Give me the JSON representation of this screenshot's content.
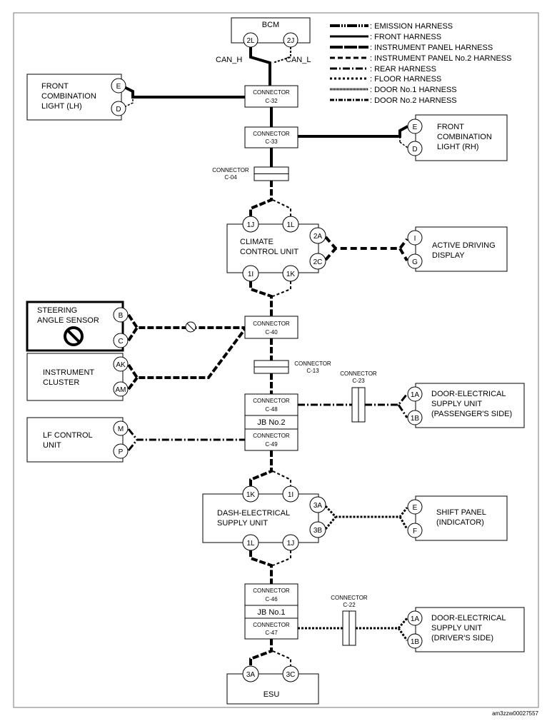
{
  "title": "",
  "image_code": "am3zzw00027557",
  "legend": [
    {
      "key": "emission",
      "label": ": EMISSION HARNESS"
    },
    {
      "key": "front",
      "label": ": FRONT HARNESS"
    },
    {
      "key": "ip",
      "label": ": INSTRUMENT PANEL HARNESS"
    },
    {
      "key": "ip2",
      "label": ": INSTRUMENT PANEL No.2 HARNESS"
    },
    {
      "key": "rear",
      "label": ": REAR HARNESS"
    },
    {
      "key": "floor",
      "label": ": FLOOR HARNESS"
    },
    {
      "key": "door1",
      "label": ": DOOR No.1 HARNESS"
    },
    {
      "key": "door2",
      "label": ": DOOR No.2 HARNESS"
    }
  ],
  "bcm": {
    "label": "BCM",
    "pin_h": "2L",
    "pin_l": "2J",
    "can_h": "CAN_H",
    "can_l": "CAN_L"
  },
  "front_lh": {
    "lines": [
      "FRONT",
      "COMBINATION",
      "LIGHT (LH)"
    ],
    "pin1": "E",
    "pin2": "D"
  },
  "front_rh": {
    "lines": [
      "FRONT",
      "COMBINATION",
      "LIGHT (RH)"
    ],
    "pin1": "E",
    "pin2": "D"
  },
  "climate": {
    "lines": [
      "CLIMATE",
      "CONTROL UNIT"
    ],
    "pins": {
      "top_left": "1J",
      "top_right": "1L",
      "right_top": "2A",
      "right_bottom": "2C",
      "bottom_left": "1I",
      "bottom_right": "1K"
    }
  },
  "active_display": {
    "lines": [
      "ACTIVE DRIVING",
      "DISPLAY"
    ],
    "pin1": "I",
    "pin2": "G"
  },
  "steering": {
    "lines": [
      "STEERING",
      "ANGLE SENSOR"
    ],
    "pin1": "B",
    "pin2": "C"
  },
  "cluster": {
    "lines": [
      "INSTRUMENT",
      "CLUSTER"
    ],
    "pin1": "AK",
    "pin2": "AM"
  },
  "lf_control": {
    "lines": [
      "LF CONTROL",
      "UNIT"
    ],
    "pin1": "M",
    "pin2": "P"
  },
  "door_pass": {
    "lines": [
      "DOOR-ELECTRICAL",
      "SUPPLY UNIT",
      "(PASSENGER'S SIDE)"
    ],
    "pin1": "1A",
    "pin2": "1B"
  },
  "dash": {
    "lines": [
      "DASH-ELECTRICAL",
      "SUPPLY UNIT"
    ],
    "pins": {
      "top_left": "1K",
      "top_right": "1I",
      "right_top": "3A",
      "right_bottom": "3B",
      "bottom_left": "1L",
      "bottom_right": "1J"
    }
  },
  "shift_panel": {
    "lines": [
      "SHIFT PANEL",
      "(INDICATOR)"
    ],
    "pin1": "E",
    "pin2": "F"
  },
  "door_drv": {
    "lines": [
      "DOOR-ELECTRICAL",
      "SUPPLY UNIT",
      "(DRIVER'S SIDE)"
    ],
    "pin1": "1A",
    "pin2": "1B"
  },
  "esu": {
    "label": "ESU",
    "pin1": "3A",
    "pin2": "3C"
  },
  "connectors": {
    "c32": {
      "name": "CONNECTOR",
      "code": "C-32"
    },
    "c33": {
      "name": "CONNECTOR",
      "code": "C-33"
    },
    "c04": {
      "name": "CONNECTOR",
      "code": "C-04"
    },
    "c40": {
      "name": "CONNECTOR",
      "code": "C-40"
    },
    "c13": {
      "name": "CONNECTOR",
      "code": "C-13"
    },
    "c48": {
      "name": "CONNECTOR",
      "code": "C-48"
    },
    "c49": {
      "name": "CONNECTOR",
      "code": "C-49"
    },
    "c23": {
      "name": "CONNECTOR",
      "code": "C-23"
    },
    "c46": {
      "name": "CONNECTOR",
      "code": "C-46"
    },
    "c47": {
      "name": "CONNECTOR",
      "code": "C-47"
    },
    "c22": {
      "name": "CONNECTOR",
      "code": "C-22"
    }
  },
  "jb2": {
    "label": "JB No.2"
  },
  "jb1": {
    "label": "JB No.1"
  }
}
